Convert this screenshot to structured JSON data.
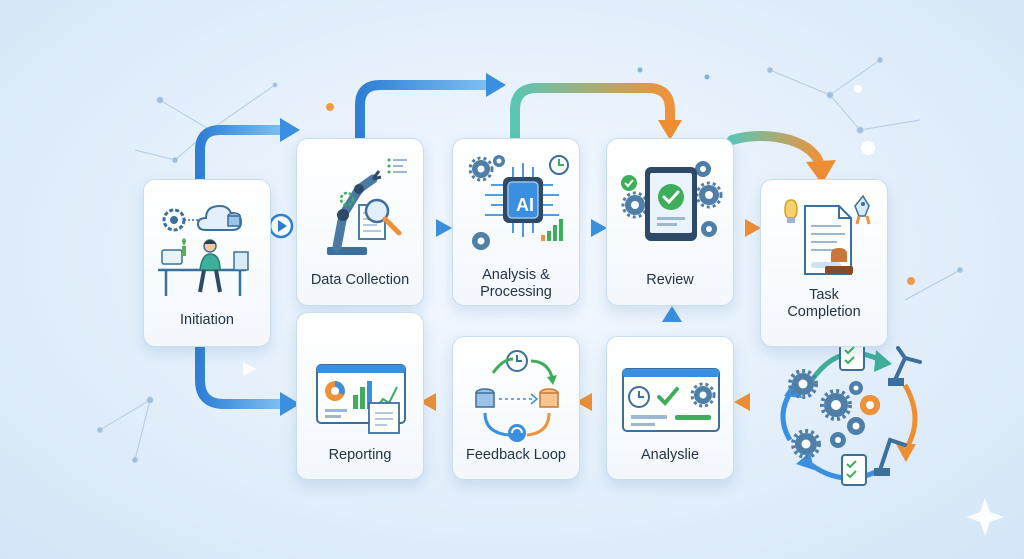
{
  "steps": {
    "initiation": "Initiation",
    "data_collection": "Data Collection",
    "analysis_processing_l1": "Analysis &",
    "analysis_processing_l2": "Processing",
    "review": "Review",
    "task_completion_l1": "Task",
    "task_completion_l2": "Completion",
    "reporting": "Reporting",
    "feedback_loop": "Feedback Loop",
    "analysis_bottom": "Analyslie"
  },
  "chip_text": "AI",
  "colors": {
    "blue_arrow": "#3a8fe0",
    "orange_arrow": "#f0923a",
    "teal_arrow": "#5cc6b3",
    "green_check": "#3fae5a",
    "card_border": "#c9ddf1",
    "text": "#223548"
  }
}
